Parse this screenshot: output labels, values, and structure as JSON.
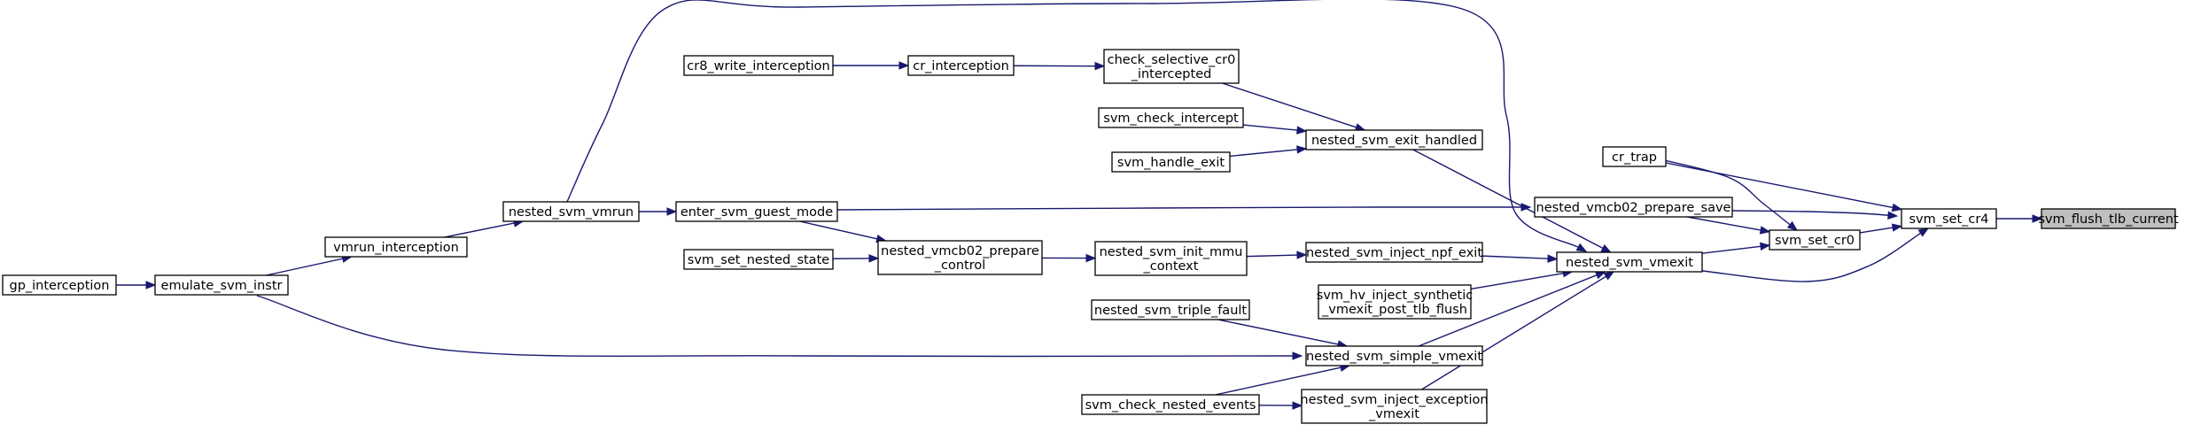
{
  "diagram": {
    "type": "call-graph",
    "colors": {
      "edge": "#191970",
      "node_border": "#000000",
      "node_fill": "#ffffff",
      "current_fill": "#bfbfbf"
    },
    "nodes": [
      {
        "id": "svm_flush_tlb_current",
        "lines": [
          "svm_flush_tlb_current"
        ],
        "current": true
      },
      {
        "id": "svm_set_cr4",
        "lines": [
          "svm_set_cr4"
        ]
      },
      {
        "id": "cr_trap",
        "lines": [
          "cr_trap"
        ]
      },
      {
        "id": "nested_vmcb02_prepare_save",
        "lines": [
          "nested_vmcb02_prepare_save"
        ]
      },
      {
        "id": "svm_set_cr0",
        "lines": [
          "svm_set_cr0"
        ]
      },
      {
        "id": "nested_svm_vmexit",
        "lines": [
          "nested_svm_vmexit"
        ]
      },
      {
        "id": "enter_svm_guest_mode",
        "lines": [
          "enter_svm_guest_mode"
        ]
      },
      {
        "id": "nested_svm_vmrun",
        "lines": [
          "nested_svm_vmrun"
        ]
      },
      {
        "id": "vmrun_interception",
        "lines": [
          "vmrun_interception"
        ]
      },
      {
        "id": "emulate_svm_instr",
        "lines": [
          "emulate_svm_instr"
        ]
      },
      {
        "id": "gp_interception",
        "lines": [
          "gp_interception"
        ]
      },
      {
        "id": "nested_svm_exit_handled",
        "lines": [
          "nested_svm_exit_handled"
        ]
      },
      {
        "id": "check_selective_cr0_intercepted",
        "lines": [
          "check_selective_cr0",
          "_intercepted"
        ]
      },
      {
        "id": "cr_interception",
        "lines": [
          "cr_interception"
        ]
      },
      {
        "id": "cr8_write_interception",
        "lines": [
          "cr8_write_interception"
        ]
      },
      {
        "id": "svm_check_intercept",
        "lines": [
          "svm_check_intercept"
        ]
      },
      {
        "id": "svm_handle_exit",
        "lines": [
          "svm_handle_exit"
        ]
      },
      {
        "id": "nested_svm_inject_npf_exit",
        "lines": [
          "nested_svm_inject_npf_exit"
        ]
      },
      {
        "id": "nested_svm_init_mmu_context",
        "lines": [
          "nested_svm_init_mmu",
          "_context"
        ]
      },
      {
        "id": "nested_vmcb02_prepare_control",
        "lines": [
          "nested_vmcb02_prepare",
          "_control"
        ]
      },
      {
        "id": "svm_set_nested_state",
        "lines": [
          "svm_set_nested_state"
        ]
      },
      {
        "id": "svm_hv_inject_synthetic_vmexit_post_tlb_flush",
        "lines": [
          "svm_hv_inject_synthetic",
          "_vmexit_post_tlb_flush"
        ]
      },
      {
        "id": "nested_svm_simple_vmexit",
        "lines": [
          "nested_svm_simple_vmexit"
        ]
      },
      {
        "id": "nested_svm_triple_fault",
        "lines": [
          "nested_svm_triple_fault"
        ]
      },
      {
        "id": "nested_svm_inject_exception_vmexit",
        "lines": [
          "nested_svm_inject_exception",
          "_vmexit"
        ]
      },
      {
        "id": "svm_check_nested_events",
        "lines": [
          "svm_check_nested_events"
        ]
      }
    ],
    "edges": [
      {
        "from": "svm_set_cr4",
        "to": "svm_flush_tlb_current"
      },
      {
        "from": "cr_trap",
        "to": "svm_set_cr4"
      },
      {
        "from": "cr_trap",
        "to": "svm_set_cr0"
      },
      {
        "from": "nested_vmcb02_prepare_save",
        "to": "svm_set_cr4"
      },
      {
        "from": "nested_vmcb02_prepare_save",
        "to": "svm_set_cr0"
      },
      {
        "from": "svm_set_cr0",
        "to": "svm_set_cr4"
      },
      {
        "from": "nested_svm_vmexit",
        "to": "svm_set_cr4"
      },
      {
        "from": "nested_svm_vmexit",
        "to": "svm_set_cr0"
      },
      {
        "from": "enter_svm_guest_mode",
        "to": "nested_vmcb02_prepare_save"
      },
      {
        "from": "nested_svm_vmrun",
        "to": "enter_svm_guest_mode"
      },
      {
        "from": "nested_svm_vmrun",
        "to": "nested_svm_vmexit"
      },
      {
        "from": "vmrun_interception",
        "to": "nested_svm_vmrun"
      },
      {
        "from": "emulate_svm_instr",
        "to": "vmrun_interception"
      },
      {
        "from": "gp_interception",
        "to": "emulate_svm_instr"
      },
      {
        "from": "emulate_svm_instr",
        "to": "nested_svm_simple_vmexit"
      },
      {
        "from": "nested_svm_exit_handled",
        "to": "nested_svm_vmexit"
      },
      {
        "from": "check_selective_cr0_intercepted",
        "to": "nested_svm_exit_handled"
      },
      {
        "from": "cr_interception",
        "to": "check_selective_cr0_intercepted"
      },
      {
        "from": "cr8_write_interception",
        "to": "cr_interception"
      },
      {
        "from": "svm_check_intercept",
        "to": "nested_svm_exit_handled"
      },
      {
        "from": "svm_handle_exit",
        "to": "nested_svm_exit_handled"
      },
      {
        "from": "nested_svm_inject_npf_exit",
        "to": "nested_svm_vmexit"
      },
      {
        "from": "nested_svm_init_mmu_context",
        "to": "nested_svm_inject_npf_exit"
      },
      {
        "from": "nested_vmcb02_prepare_control",
        "to": "nested_svm_init_mmu_context"
      },
      {
        "from": "enter_svm_guest_mode",
        "to": "nested_vmcb02_prepare_control"
      },
      {
        "from": "svm_set_nested_state",
        "to": "nested_vmcb02_prepare_control"
      },
      {
        "from": "svm_hv_inject_synthetic_vmexit_post_tlb_flush",
        "to": "nested_svm_vmexit"
      },
      {
        "from": "nested_svm_simple_vmexit",
        "to": "nested_svm_vmexit"
      },
      {
        "from": "nested_svm_triple_fault",
        "to": "nested_svm_simple_vmexit"
      },
      {
        "from": "svm_check_nested_events",
        "to": "nested_svm_simple_vmexit"
      },
      {
        "from": "svm_check_nested_events",
        "to": "nested_svm_inject_exception_vmexit"
      },
      {
        "from": "nested_svm_inject_exception_vmexit",
        "to": "nested_svm_vmexit"
      }
    ]
  }
}
